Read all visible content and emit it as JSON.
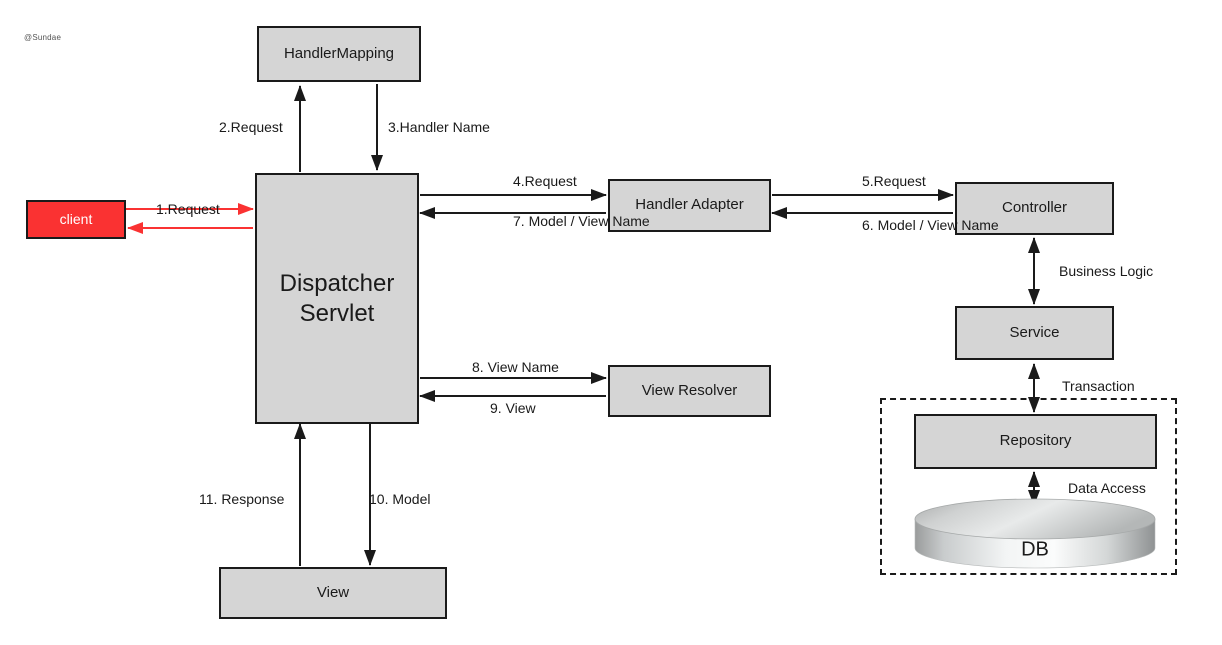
{
  "diagram": {
    "watermark": "@Sundae",
    "colors": {
      "node_fill": "#d5d5d5",
      "node_stroke": "#1a1a1a",
      "client_fill": "#fa3232",
      "client_text": "#ffffff",
      "request_arrow": "#fa3232",
      "default_arrow": "#1a1a1a",
      "background": "#ffffff"
    },
    "nodes": {
      "handler_mapping": "HandlerMapping",
      "client": "client",
      "dispatcher_servlet_line1": "Dispatcher",
      "dispatcher_servlet_line2": "Servlet",
      "handler_adapter": "Handler Adapter",
      "controller": "Controller",
      "view_resolver": "View Resolver",
      "service": "Service",
      "repository": "Repository",
      "db": "DB",
      "view": "View"
    },
    "edge_labels": {
      "step1": "1.Request",
      "step2": "2.Request",
      "step3": "3.Handler Name",
      "step4": "4.Request",
      "step5": "5.Request",
      "step6": "6. Model / View Name",
      "step7": "7. Model / View Name",
      "step8": "8. View Name",
      "step9": "9. View",
      "step10": "10. Model",
      "step11": "11. Response",
      "business_logic": "Business Logic",
      "transaction": "Transaction",
      "data_access": "Data Access"
    }
  }
}
